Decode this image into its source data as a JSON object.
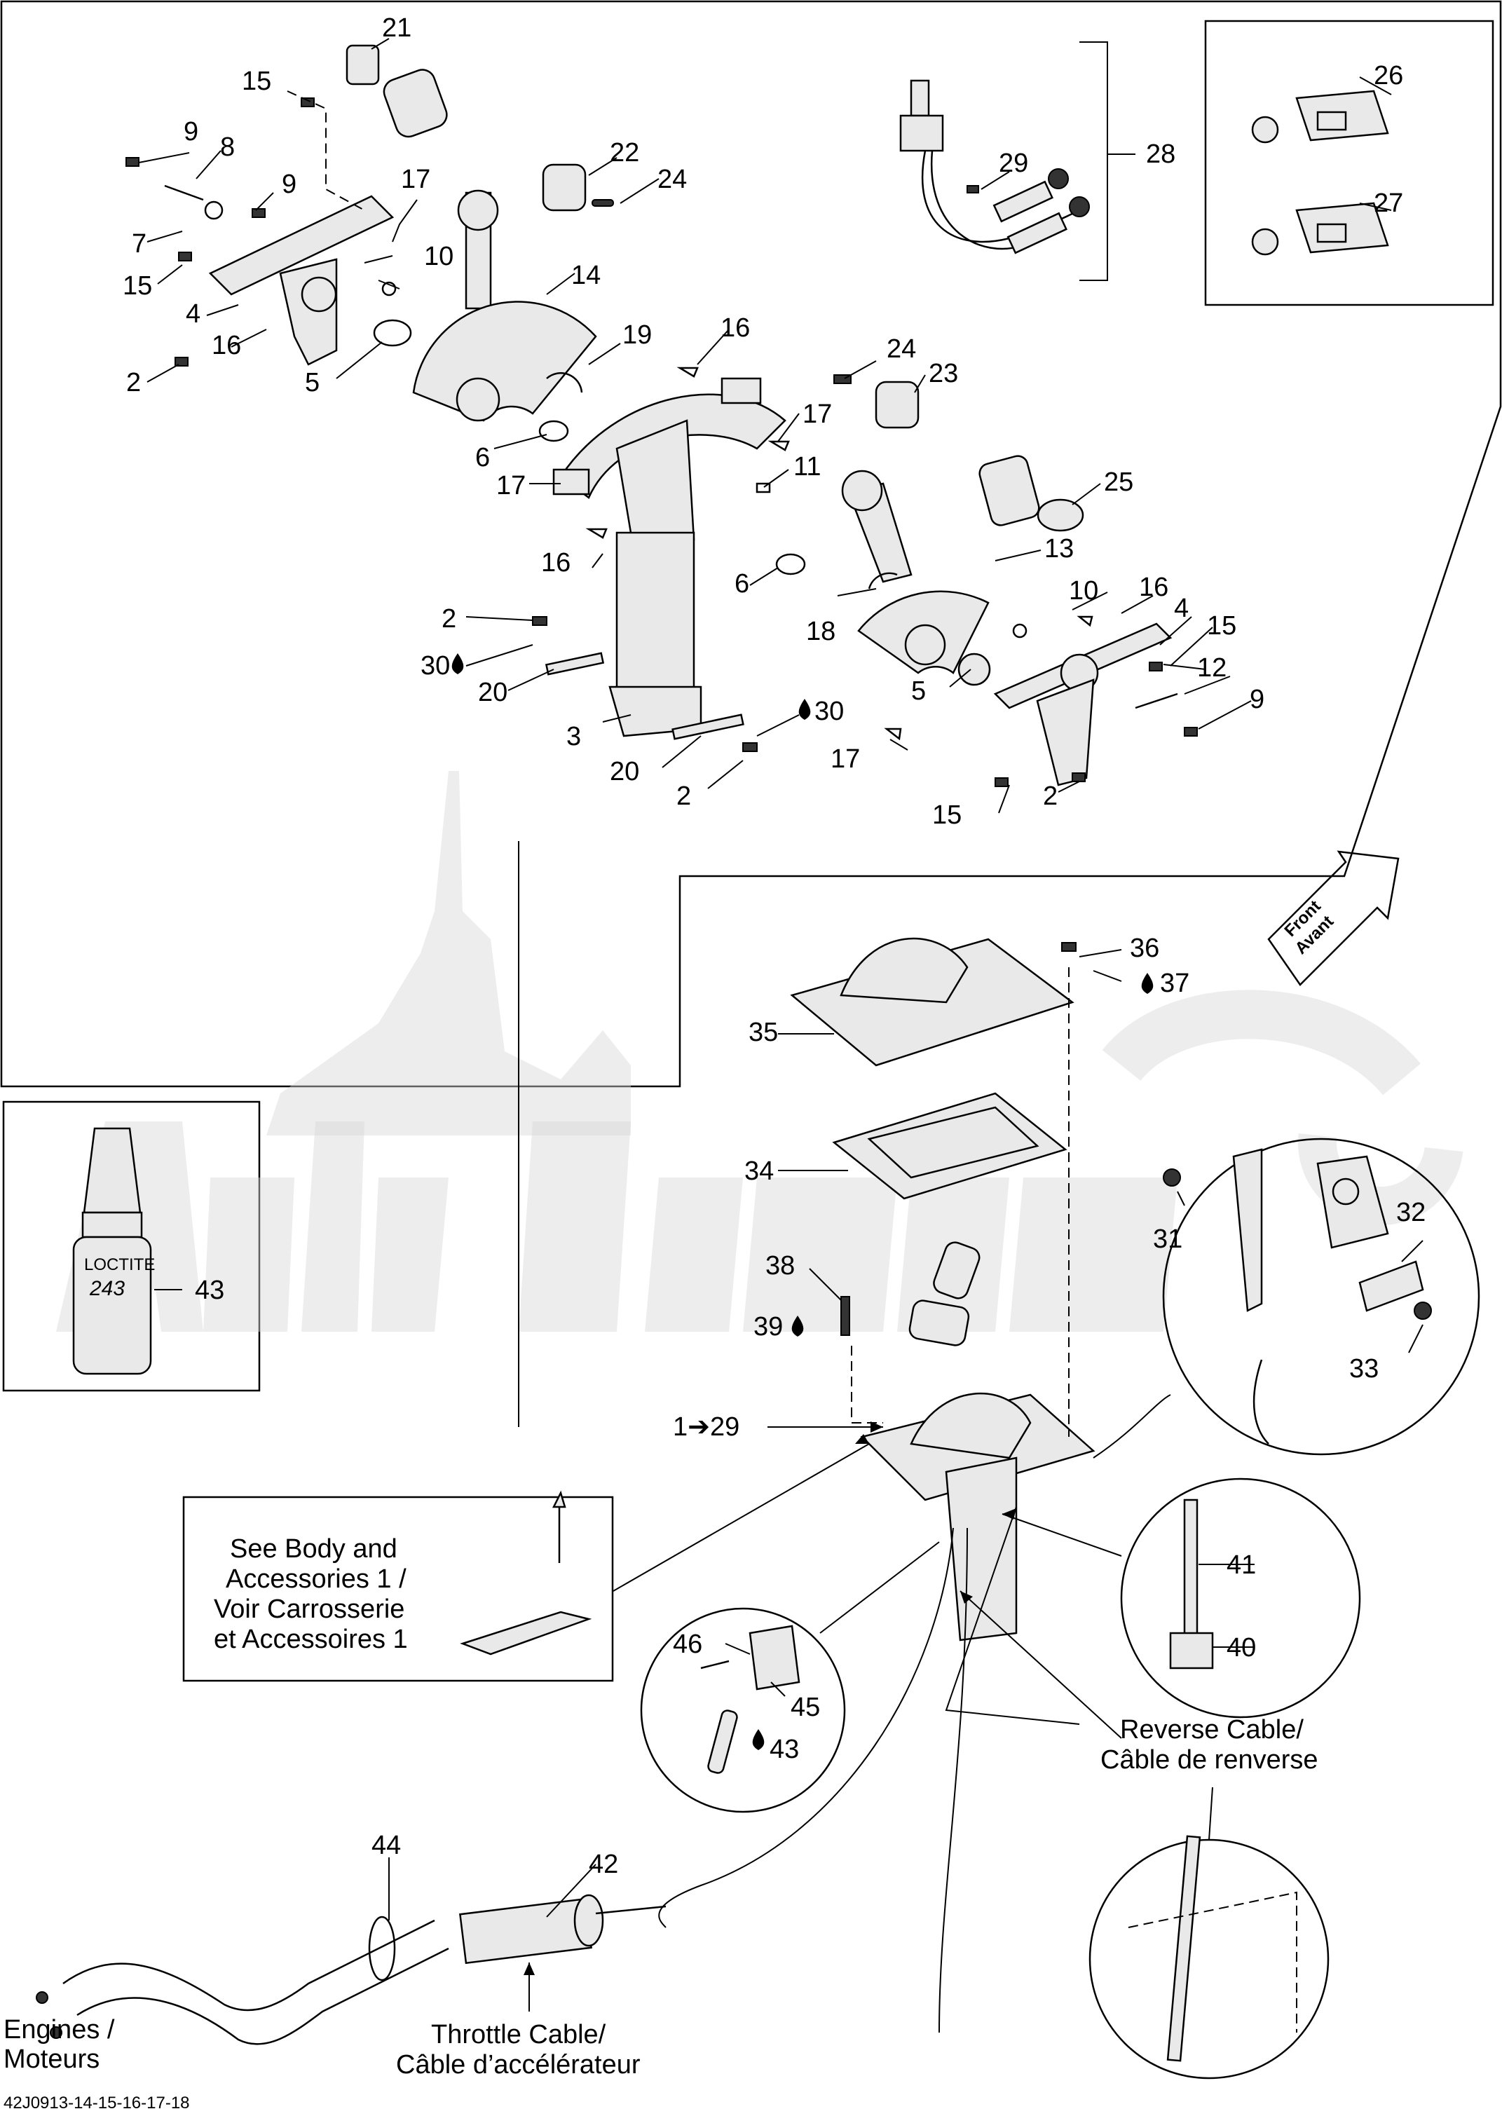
{
  "diagram_id": "42J0913-14-15-16-17-18",
  "direction": {
    "line1": "Front",
    "line2": "Avant"
  },
  "callouts": {
    "c21": "21",
    "c15a": "15",
    "c9a": "9",
    "c8": "8",
    "c9b": "9",
    "c17a": "17",
    "c7": "7",
    "c10a": "10",
    "c15b": "15",
    "c4a": "4",
    "c16a": "16",
    "c2a": "2",
    "c5a": "5",
    "c14": "14",
    "c22": "22",
    "c24a": "24",
    "c19": "19",
    "c16b": "16",
    "c6a": "6",
    "c17b": "17",
    "c17c": "17",
    "c11": "11",
    "c24b": "24",
    "c23": "23",
    "c25": "25",
    "c13": "13",
    "c6b": "6",
    "c16c": "16",
    "c18": "18",
    "c10b": "10",
    "c16d": "16",
    "c4b": "4",
    "c15c": "15",
    "c2b": "2",
    "c30a": "30",
    "c20a": "20",
    "c3": "3",
    "c30b": "30",
    "c20b": "20",
    "c2c": "2",
    "c5b": "5",
    "c12": "12",
    "c9c": "9",
    "c17d": "17",
    "c15d": "15",
    "c2d": "2",
    "c29": "29",
    "c28": "28",
    "c26": "26",
    "c27": "27",
    "c36": "36",
    "c37": "37",
    "c35": "35",
    "c34": "34",
    "c38": "38",
    "c39": "39",
    "c1to29": "1➔29",
    "c31": "31",
    "c32": "32",
    "c33": "33",
    "c43a": "43",
    "c41": "41",
    "c40": "40",
    "c46": "46",
    "c45": "45",
    "c43b": "43",
    "c44": "44",
    "c42": "42"
  },
  "notes": {
    "see_body_line1": "See Body and",
    "see_body_line2": "Accessories 1 /",
    "see_body_line3": "Voir Carrosserie",
    "see_body_line4": "et Accessoires 1",
    "reverse_line1": "Reverse Cable/",
    "reverse_line2": "Câble de renverse",
    "throttle_line1": "Throttle Cable/",
    "throttle_line2": "Câble d’accélérateur",
    "engines_line1": "Engines /",
    "engines_line2": "Moteurs"
  },
  "bottle": {
    "brand": "LOCTITE",
    "number": "243"
  },
  "icons": [
    "drop-icon",
    "arrow-right-icon"
  ],
  "colors": {
    "ink": "#000000",
    "part_fill": "#e9e9e9",
    "watermark": "#d8d8d8"
  }
}
